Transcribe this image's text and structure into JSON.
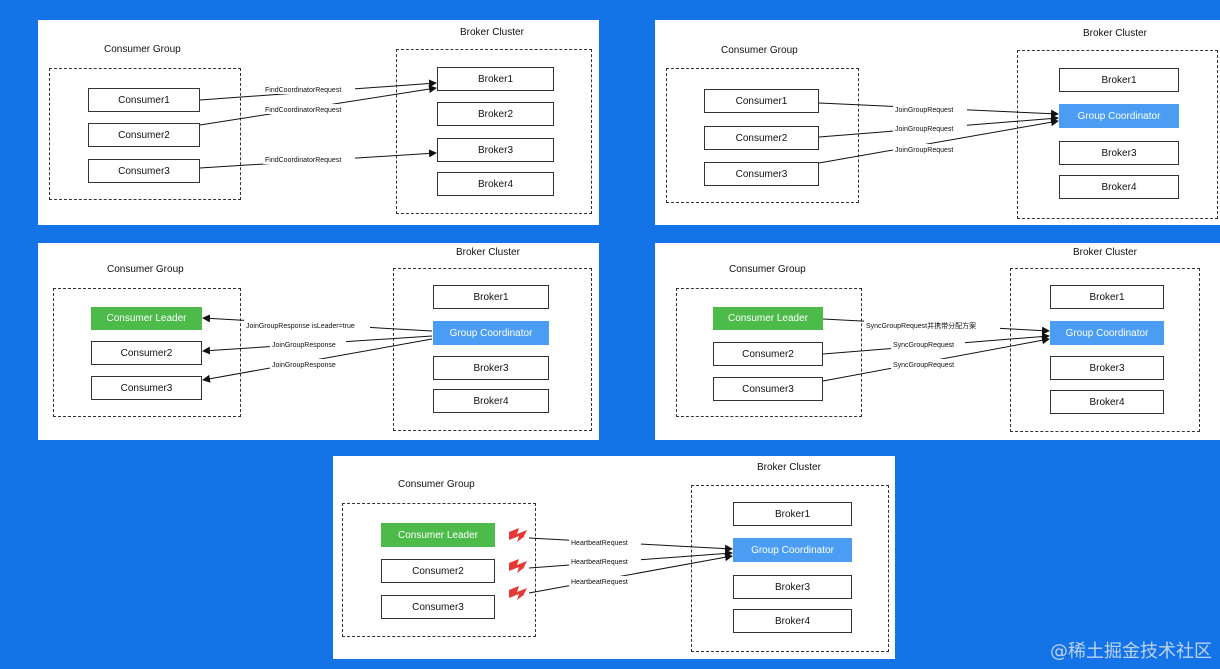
{
  "panels": [
    {
      "group_title": "Consumer Group",
      "cluster_title": "Broker Cluster",
      "consumers": [
        "Consumer1",
        "Consumer2",
        "Consumer3"
      ],
      "brokers": [
        "Broker1",
        "Broker2",
        "Broker3",
        "Broker4"
      ],
      "edges": [
        "FindCoordinatorRequest",
        "FindCoordinatorRequest",
        "FindCoordinatorRequest"
      ]
    },
    {
      "group_title": "Consumer Group",
      "cluster_title": "Broker Cluster",
      "consumers": [
        "Consumer1",
        "Consumer2",
        "Consumer3"
      ],
      "brokers": [
        "Broker1",
        "Group Coordinator",
        "Broker3",
        "Broker4"
      ],
      "edges": [
        "JoinGroupRequest",
        "JoinGroupRequest",
        "JoinGroupRequest"
      ]
    },
    {
      "group_title": "Consumer Group",
      "cluster_title": "Broker Cluster",
      "consumers": [
        "Consumer Leader",
        "Consumer2",
        "Consumer3"
      ],
      "brokers": [
        "Broker1",
        "Group Coordinator",
        "Broker3",
        "Broker4"
      ],
      "edges": [
        "JoinGroupResponse isLeader=true",
        "JoinGroupResponse",
        "JoinGroupResponse"
      ]
    },
    {
      "group_title": "Consumer Group",
      "cluster_title": "Broker Cluster",
      "consumers": [
        "Consumer Leader",
        "Consumer2",
        "Consumer3"
      ],
      "brokers": [
        "Broker1",
        "Group Coordinator",
        "Broker3",
        "Broker4"
      ],
      "edges": [
        "SyncGroupRequest并携带分配方案",
        "SyncGroupRequest",
        "SyncGroupRequest"
      ]
    },
    {
      "group_title": "Consumer Group",
      "cluster_title": "Broker Cluster",
      "consumers": [
        "Consumer Leader",
        "Consumer2",
        "Consumer3"
      ],
      "brokers": [
        "Broker1",
        "Group Coordinator",
        "Broker3",
        "Broker4"
      ],
      "edges": [
        "HeartbeatRequest",
        "HeartbeatRequest",
        "HeartbeatRequest"
      ]
    }
  ],
  "colors": {
    "background": "#1473e6",
    "coordinator": "#4a9df2",
    "leader": "#4cbb4a",
    "lightning": "#e53935"
  },
  "watermark": "@稀土掘金技术社区"
}
